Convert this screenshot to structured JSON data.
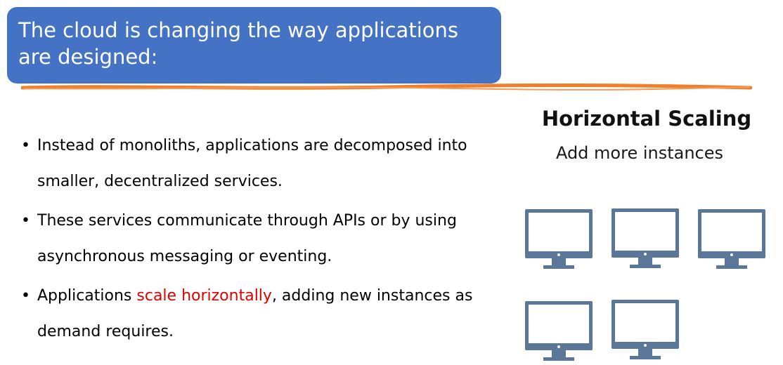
{
  "title": {
    "line1": "The cloud is changing the way applications",
    "line2": "are designed:"
  },
  "bullets": [
    {
      "text": "Instead of monoliths, applications are decomposed into smaller, decentralized services."
    },
    {
      "text": "These services communicate through APIs or by using asynchronous messaging or eventing."
    },
    {
      "prefix": "Applications ",
      "highlight": "scale horizontally",
      "suffix": ", adding new instances as demand requires."
    }
  ],
  "bullet_symbol": "•",
  "illustration": {
    "title": "Horizontal Scaling",
    "subtitle": "Add more instances",
    "monitor_icon": "monitor-icon",
    "monitor_count": 5
  },
  "colors": {
    "title_bg": "#4472c4",
    "underline": "#f07f2c",
    "highlight": "#e00000",
    "monitor_frame": "#5a7799",
    "monitor_screen": "#ffffff"
  }
}
